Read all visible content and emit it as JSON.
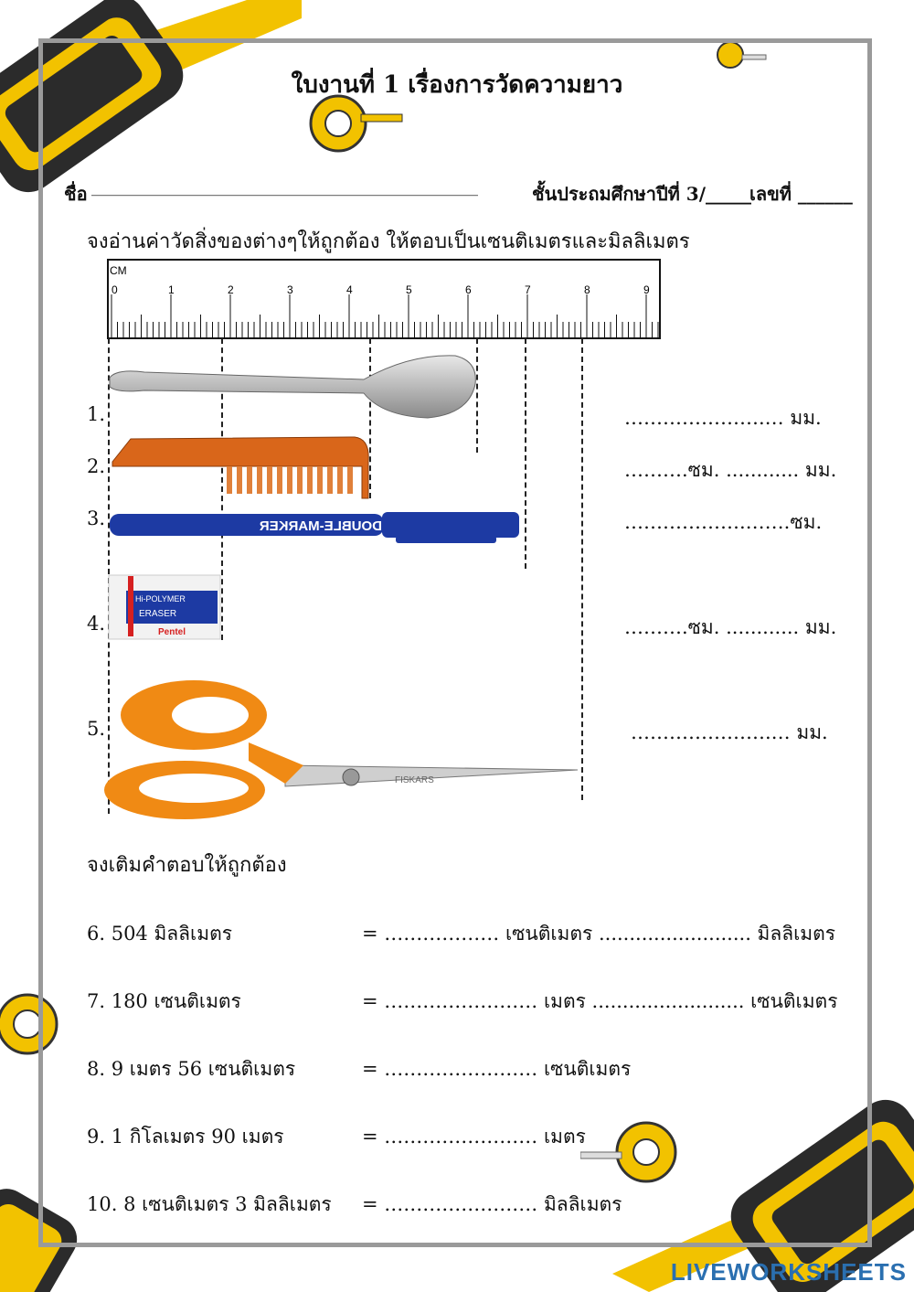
{
  "title": "ใบงานที่ 1  เรื่องการวัดความยาว",
  "header": {
    "name_label": "ชื่อ",
    "name_line": "_______________________________________________",
    "class_label": "ชั้นประถมศึกษาปีที่ 3/_____",
    "number_label": "เลขที่ ______"
  },
  "section1": {
    "instruction": "จงอ่านค่าวัดสิ่งของต่างๆให้ถูกต้อง  ให้ตอบเป็นเซนติเมตรและมิลลิเมตร",
    "ruler": {
      "unit": "CM",
      "labels": [
        "0",
        "1",
        "2",
        "3",
        "4",
        "5",
        "6",
        "7",
        "8",
        "9"
      ]
    },
    "items": [
      {
        "num": "1.",
        "object": "spoon",
        "answer": "………………….… มม."
      },
      {
        "num": "2.",
        "object": "comb",
        "answer": "……….ซม. ............ มม."
      },
      {
        "num": "3.",
        "object": "marker",
        "answer": "……………….…….ซม."
      },
      {
        "num": "4.",
        "object": "eraser",
        "answer": "……….ซม. ............ มม."
      },
      {
        "num": "5.",
        "object": "scissors",
        "answer": "………………….… มม."
      }
    ],
    "marker_text": "DOUBLE-MARKER",
    "eraser_text": [
      "Hi-POLYMER",
      "ERASER",
      "Pentel"
    ],
    "scissors_text": "FISKARS"
  },
  "section2": {
    "instruction": "จงเติมคำตอบให้ถูกต้อง",
    "questions": [
      {
        "q": "6.  504 มิลลิเมตร",
        "a": "= ……………… เซนติเมตร ......................... มิลลิเมตร"
      },
      {
        "q": "7.  180 เซนติเมตร",
        "a": "= …………………… เมตร ......................... เซนติเมตร"
      },
      {
        "q": "8.  9 เมตร 56 เซนติเมตร",
        "a": "= …………………… เซนติเมตร"
      },
      {
        "q": "9. 1 กิโลเมตร 90 เมตร",
        "a": "= …………………… เมตร"
      },
      {
        "q": "10.  8 เซนติเมตร 3 มิลลิเมตร",
        "a": "= …………………… มิลลิเมตร"
      }
    ]
  },
  "footer": {
    "logo": "LIVEWORKSHEETS"
  },
  "colors": {
    "tape_yellow": "#f2c200",
    "tape_dark": "#2b2b2b",
    "frame": "#9a9a9a",
    "logo": "#2a6fb0"
  }
}
